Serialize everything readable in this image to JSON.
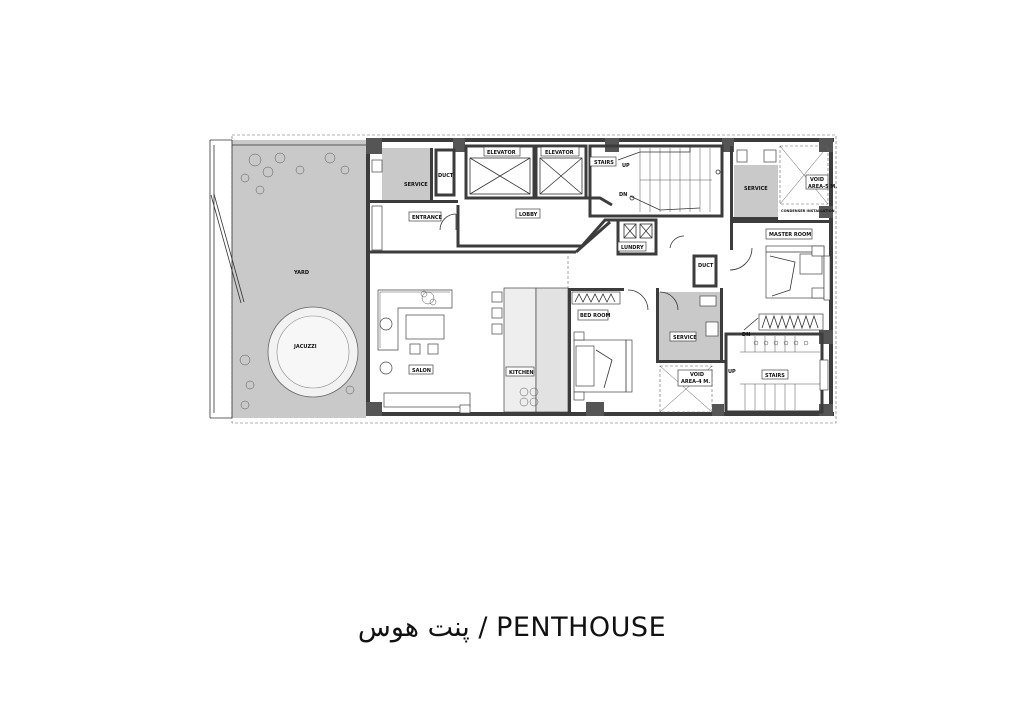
{
  "caption": {
    "persian": "پنت هوس",
    "separator": "/",
    "english": "PENTHOUSE"
  },
  "rooms": {
    "yard": "YARD",
    "jacuzzi": "JACUZZI",
    "service_top": "SERVICE",
    "duct_top": "DUCT",
    "elevator_1": "ELEVATOR",
    "elevator_2": "ELEVATOR",
    "stairs_top": "STAIRS",
    "up_top": "UP",
    "dn_top": "DN",
    "service_right": "SERVICE",
    "void_top_line1": "VOID",
    "void_top_line2": "AREA-5 M.",
    "condenser": "CONDENSER INSTALLATION",
    "entrance": "ENTRANCE",
    "lobby": "LOBBY",
    "lundry": "LUNDRY",
    "master_room": "MASTER ROOM",
    "duct_mid": "DUCT",
    "bed_room": "BED ROOM",
    "service_mid": "SERVICE",
    "salon": "SALON",
    "kitchen": "KITCHEN",
    "void_bottom_line1": "VOID",
    "void_bottom_line2": "AREA-4 M.",
    "up_bottom": "UP",
    "dn_bottom": "DN",
    "stairs_bottom": "STAIRS"
  }
}
